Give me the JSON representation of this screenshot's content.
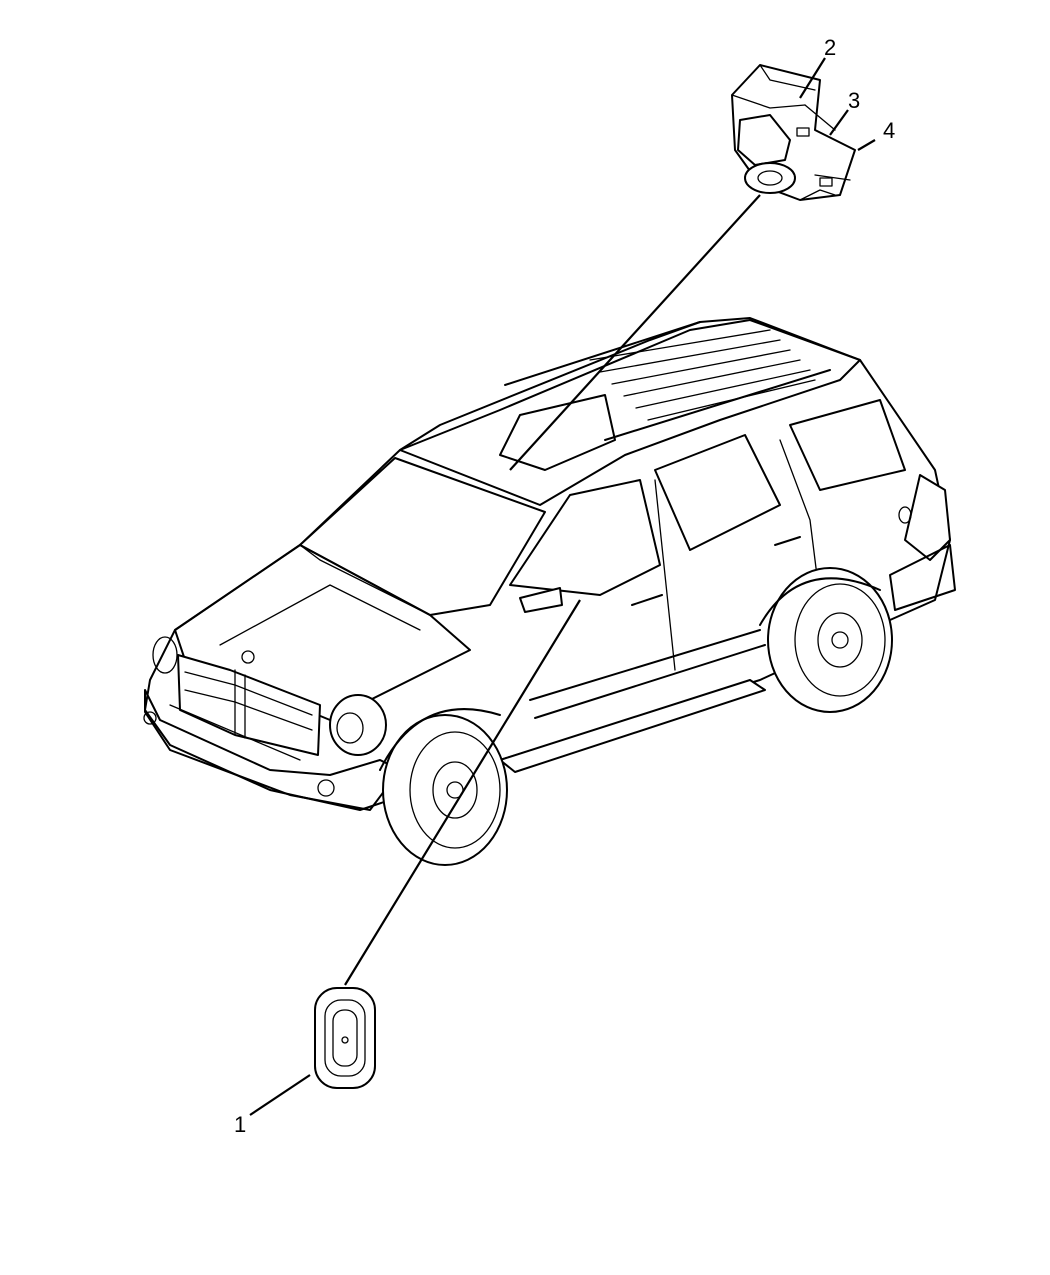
{
  "diagram": {
    "callouts": [
      {
        "id": "1",
        "text": "1"
      },
      {
        "id": "2",
        "text": "2"
      },
      {
        "id": "3",
        "text": "3"
      },
      {
        "id": "4",
        "text": "4"
      }
    ],
    "parts": {
      "part_1": "switch",
      "parts_2_3_4": "motor-module"
    },
    "line_color": "#000000",
    "background": "#ffffff"
  }
}
